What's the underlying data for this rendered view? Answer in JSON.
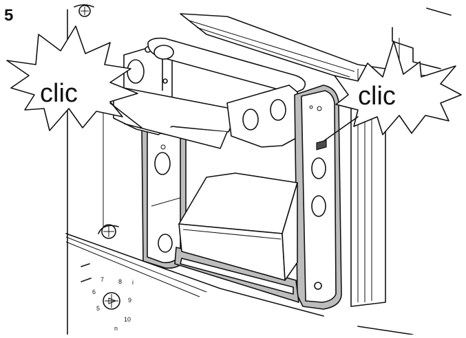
{
  "step_number": "5",
  "callouts": {
    "left": "clic",
    "right": "clic"
  },
  "dial": {
    "numbers": [
      "7",
      "8",
      "6",
      "9",
      "5",
      "10"
    ],
    "marks": [
      "i",
      "n"
    ]
  },
  "colors": {
    "line": "#111111",
    "fill_gray": "#bdbdbd",
    "background": "#ffffff"
  }
}
